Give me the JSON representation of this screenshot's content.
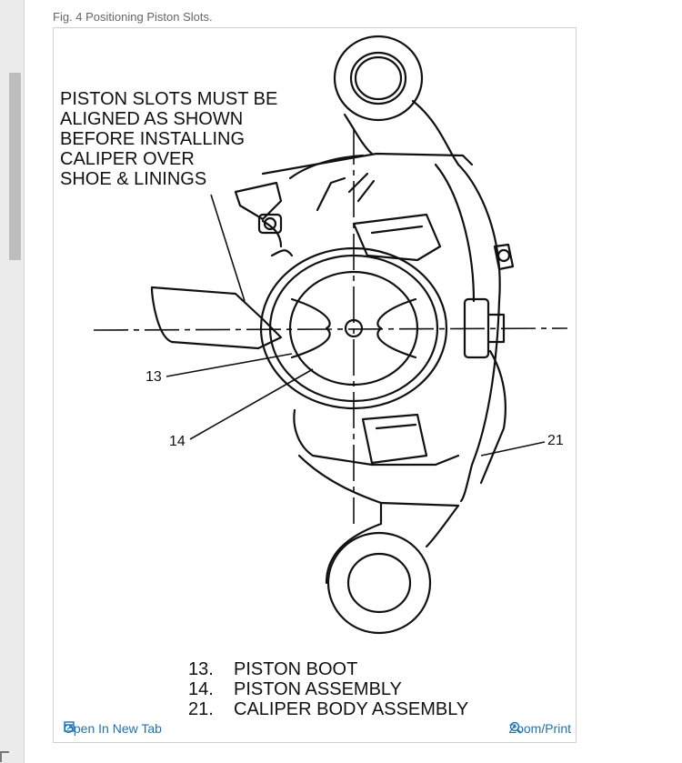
{
  "caption": "Fig. 4 Positioning Piston Slots.",
  "figure": {
    "callout_lines": [
      "PISTON SLOTS MUST BE",
      "ALIGNED AS SHOWN",
      "BEFORE INSTALLING",
      "CALIPER OVER",
      "SHOE & LININGS"
    ],
    "labels": {
      "n13": "13",
      "n14": "14",
      "n21": "21"
    },
    "legend": [
      {
        "num": "13.",
        "text": "PISTON BOOT"
      },
      {
        "num": "14.",
        "text": "PISTON ASSEMBLY"
      },
      {
        "num": "21.",
        "text": "CALIPER BODY ASSEMBLY"
      }
    ]
  },
  "footer": {
    "open_new_tab": "Open In New Tab",
    "zoom_print": "Zoom/Print"
  }
}
